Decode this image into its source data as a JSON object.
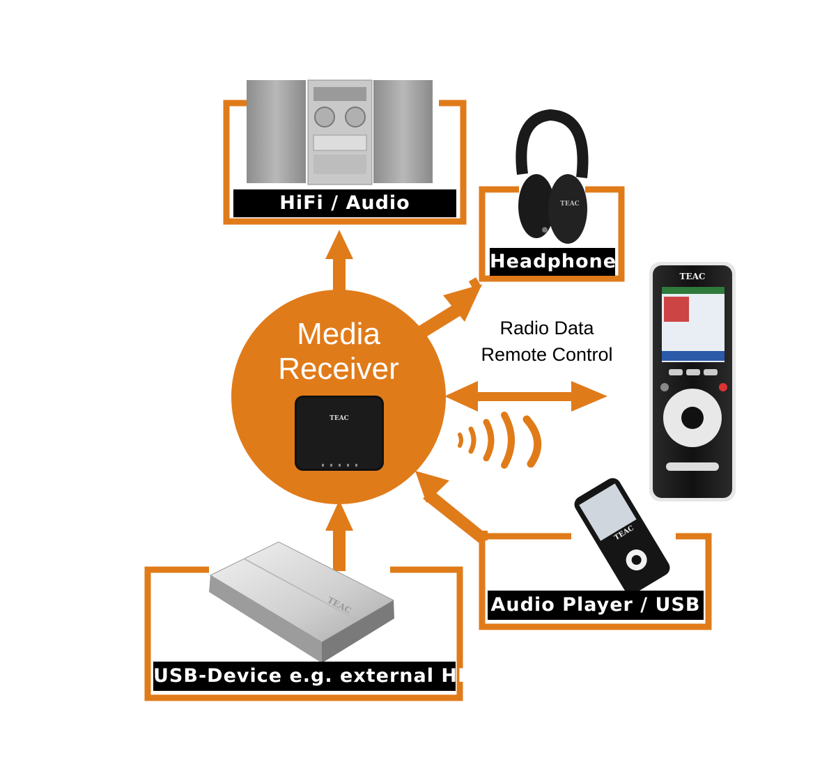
{
  "colors": {
    "accent": "#e07b1a",
    "label_bg": "#000000",
    "label_text": "#ffffff"
  },
  "hub": {
    "title_line1": "Media",
    "title_line2": "Receiver",
    "device_brand": "TEAC"
  },
  "nodes": {
    "hifi": {
      "label": "HiFi / Audio"
    },
    "headphone": {
      "label": "Headphone",
      "brand": "TEAC"
    },
    "usb_device": {
      "label": "USB-Device e.g. external HDD",
      "brand": "TEAC"
    },
    "audio_player": {
      "label": "Audio Player / USB",
      "brand": "TEAC"
    },
    "remote": {
      "brand": "TEAC",
      "caption_line1": "Radio Data",
      "caption_line2": "Remote Control"
    }
  }
}
